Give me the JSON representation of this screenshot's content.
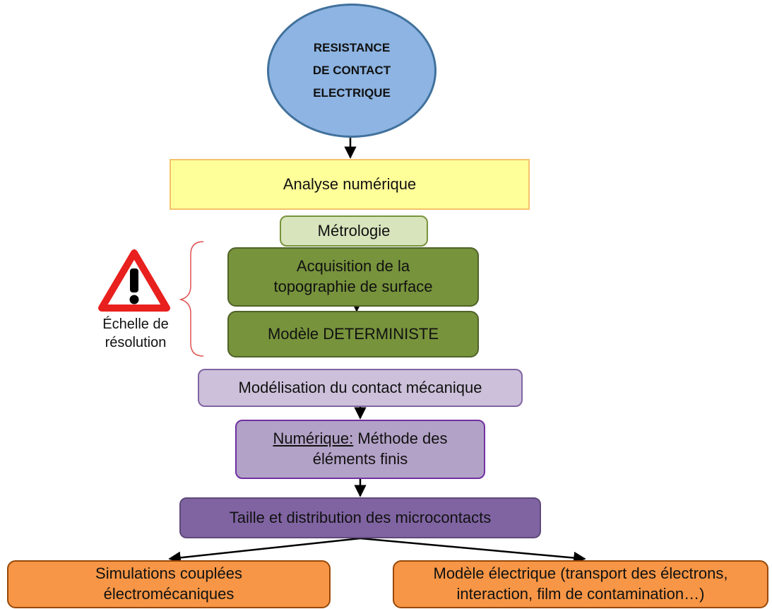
{
  "nodes": {
    "resistance": {
      "line1": "RESISTANCE",
      "line2": "DE CONTACT",
      "line3": "ELECTRIQUE"
    },
    "analyse": "Analyse numérique",
    "metrologie": "Métrologie",
    "acquisition": {
      "line1": "Acquisition de la",
      "line2": "topographie de surface"
    },
    "modele_det": "Modèle DETERMINISTE",
    "modelisation": "Modélisation du contact mécanique",
    "numerique": {
      "prefix": "Numérique:",
      "rest": " Méthode des",
      "line2": "éléments finis"
    },
    "taille": "Taille et distribution des microcontacts",
    "simulations": {
      "line1": "Simulations couplées",
      "line2": "électromécaniques"
    },
    "modele_elec": {
      "line1": "Modèle électrique (transport des électrons,",
      "line2": "interaction, film de contamination…)"
    }
  },
  "annotation": {
    "line1": "Échelle de",
    "line2": "résolution"
  },
  "icons": {
    "warning": "warning-triangle-icon"
  },
  "colors": {
    "ellipse": "#8db4e2",
    "yellow": "#ffff99",
    "green_light": "#d8e4bc",
    "green": "#77933c",
    "lavender_light": "#ccc0da",
    "lavender": "#b3a2c7",
    "purple": "#8064a2",
    "orange": "#f79646",
    "warning_red": "#e8201e",
    "bracket_red": "#e05050"
  }
}
